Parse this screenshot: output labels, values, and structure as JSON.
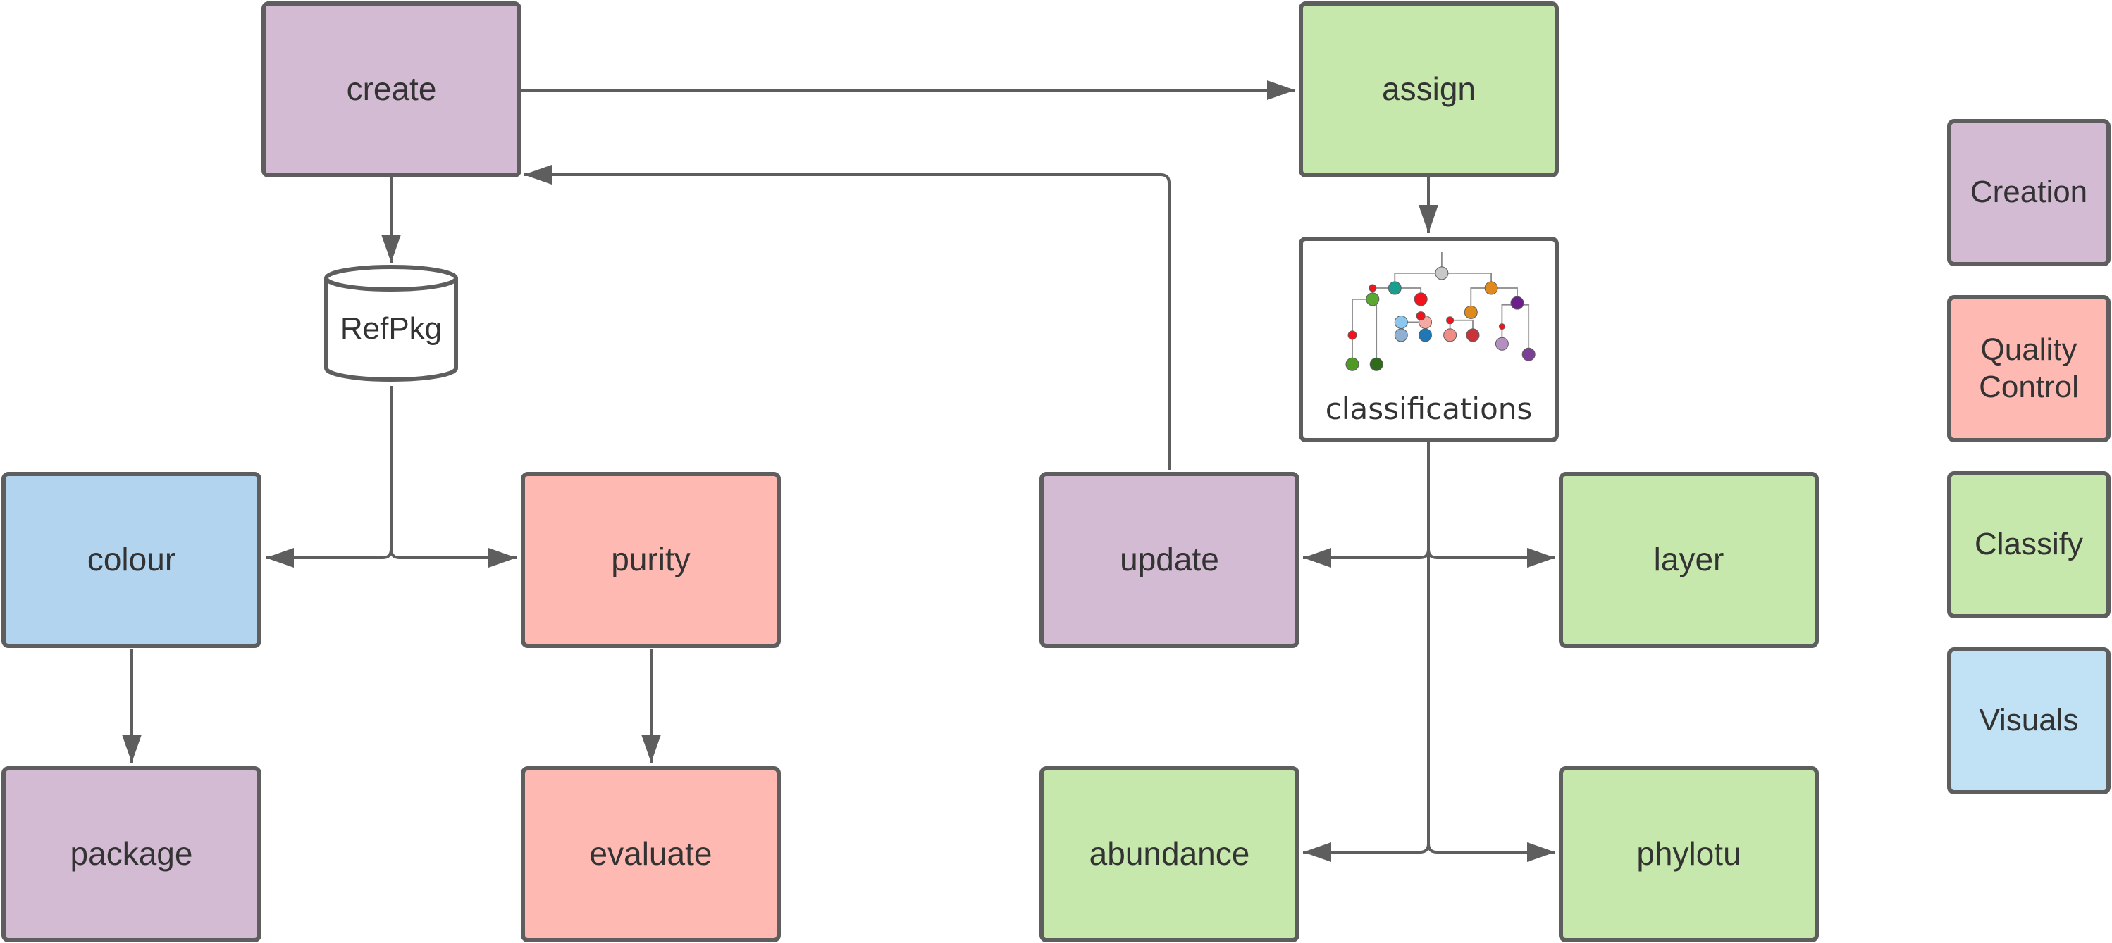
{
  "colors": {
    "creation": "#d3bbd3",
    "quality_control": "#fdb9b2",
    "classify": "#c7e8ad",
    "visuals": "#b3d4ef",
    "visuals_legend": "#c1e1f4",
    "stroke": "#5e5e5e",
    "text": "#333333"
  },
  "nodes": {
    "create": "create",
    "assign": "assign",
    "refpkg": "RefPkg",
    "classifications": "classifications",
    "colour": "colour",
    "purity": "purity",
    "update": "update",
    "layer": "layer",
    "package": "package",
    "evaluate": "evaluate",
    "abundance": "abundance",
    "phylotu": "phylotu"
  },
  "node_categories": {
    "create": "creation",
    "assign": "classify",
    "colour": "visuals",
    "purity": "quality_control",
    "update": "creation",
    "layer": "classify",
    "package": "creation",
    "evaluate": "quality_control",
    "abundance": "classify",
    "phylotu": "classify"
  },
  "edges": [
    {
      "from": "create",
      "to": "assign"
    },
    {
      "from": "create",
      "to": "refpkg"
    },
    {
      "from": "refpkg",
      "to": "colour"
    },
    {
      "from": "refpkg",
      "to": "purity"
    },
    {
      "from": "colour",
      "to": "package"
    },
    {
      "from": "purity",
      "to": "evaluate"
    },
    {
      "from": "update",
      "to": "create"
    },
    {
      "from": "assign",
      "to": "classifications"
    },
    {
      "from": "classifications",
      "to": "update"
    },
    {
      "from": "classifications",
      "to": "layer"
    },
    {
      "from": "classifications",
      "to": "abundance"
    },
    {
      "from": "classifications",
      "to": "phylotu"
    }
  ],
  "legend": [
    {
      "label": "Creation",
      "color": "#d3bbd3"
    },
    {
      "label": "Quality Control",
      "color": "#fdb9b2"
    },
    {
      "label": "Classify",
      "color": "#c7e8ad"
    },
    {
      "label": "Visuals",
      "color": "#c1e1f4"
    }
  ],
  "tree_icon": {
    "node_colors": [
      "#c8c8c8",
      "#1a9e8f",
      "#e08a1e",
      "#5aa832",
      "#f2131c",
      "#8ec7ee",
      "#f4aaa3",
      "#6a1f8a",
      "#4e9a24",
      "#2e6b1a",
      "#8fb0d0",
      "#1f78b4",
      "#ee8e86",
      "#c8343a",
      "#b48fbf",
      "#7b3f98"
    ]
  }
}
